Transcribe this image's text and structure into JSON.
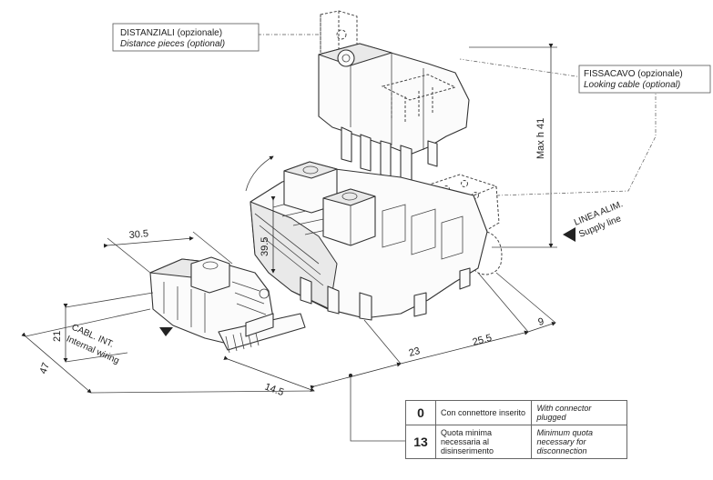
{
  "callouts": {
    "distanziali": {
      "it": "DISTANZIALI (opzionale)",
      "en": "Distance pieces (optional)"
    },
    "fissacavo": {
      "it": "FISSACAVO (opzionale)",
      "en": "Looking cable (optional)"
    },
    "linea_alim": {
      "it": "LINEA ALIM.",
      "en": "Supply line"
    },
    "cabl_int": {
      "it": "CABL. INT.",
      "en": "Internal wiring"
    }
  },
  "dimensions": {
    "max_height": "Max h 41",
    "d30_5": "30.5",
    "d39_5": "39.5",
    "d21": "21",
    "d47": "47",
    "d14_5": "14.5",
    "d23": "23",
    "d25_5": "25.5",
    "d9": "9"
  },
  "legend": [
    {
      "code": "0",
      "it": "Con connettore inserito",
      "en": "With connector plugged"
    },
    {
      "code": "13",
      "it": "Quota minima necessaria al disinserimento",
      "en": "Minimum quota necessary for disconnection"
    }
  ]
}
